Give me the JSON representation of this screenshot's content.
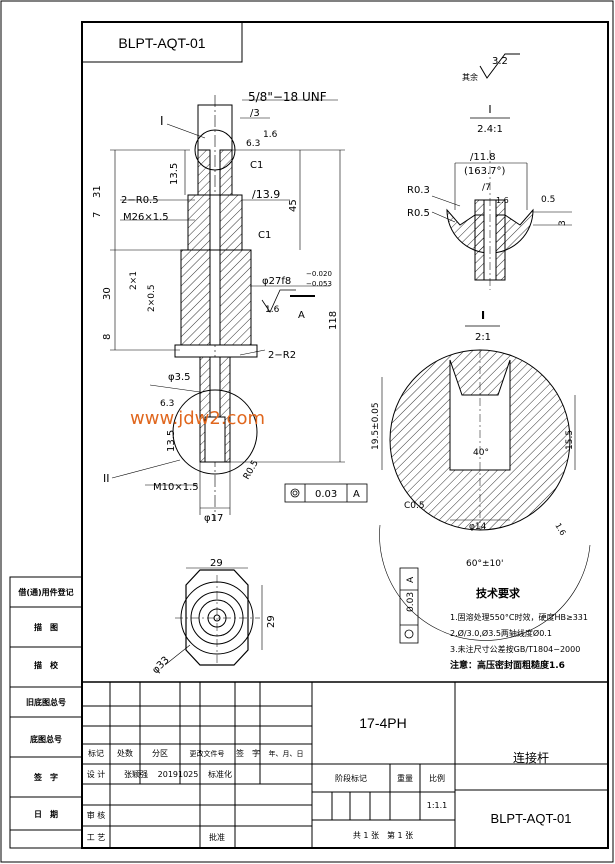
{
  "drawing_number": "BLPT-AQT-01",
  "surface_finish": {
    "general": "3.2",
    "general_note": "其余",
    "values": [
      "1.6",
      "6.3",
      "1.6",
      "1.6",
      "6.3",
      "1.6"
    ]
  },
  "main_view": {
    "thread_label": "5/8\"−18 UNF",
    "detail_marker_1": "I",
    "detail_marker_2": "II",
    "dims": {
      "d3": "/3",
      "d13_5_top": "13.5",
      "d31": "31",
      "d7": "7",
      "c1_top": "C1",
      "r05_label": "2−R0.5",
      "m26": "M26×1.5",
      "d13_9": "/13.9",
      "d45": "45",
      "c1_mid": "C1",
      "d30": "30",
      "d2x1": "2×1",
      "d2x05": "2×0.5",
      "phi27": "φ27f8",
      "phi27_up": "−0.020",
      "phi27_dn": "−0.053",
      "datum_a": "A",
      "d118": "118",
      "d8": "8",
      "r2": "2−R2",
      "phi3_5": "φ3.5",
      "d13_5_bot": "13.5",
      "m10": "M10×1.5",
      "r05_bot": "R0.5",
      "phi17": "φ17"
    },
    "tolerance_frame": {
      "value": "0.03",
      "datum": "A"
    }
  },
  "detail_1": {
    "title": "I",
    "scale": "2.4:1",
    "d11_8": "/11.8",
    "d163": "(163.7°)",
    "r03": "R0.3",
    "r05": "R0.5",
    "d7": "/7",
    "d05": "0.5",
    "d3": "3"
  },
  "detail_2": {
    "title": "I",
    "scale": "2:1",
    "d19_5": "19.5±0.05",
    "d15_5": "15.5",
    "angle40": "40°",
    "c05": "C0.5",
    "phi14": "φ14",
    "angle60": "60°±10'",
    "tol_value": "0.03",
    "tol_datum": "A"
  },
  "bottom_view": {
    "d29_w": "29",
    "d29_h": "29",
    "phi33": "φ33"
  },
  "tech_requirements": {
    "title": "技术要求",
    "items": [
      "1.固溶处理550°C时效，硬度HB≥331",
      "2.Ø/3.0,Ø3.5两轴线度Ø0.1",
      "3.未注尺寸公差按GB/T1804−2000"
    ],
    "process": "注意：高压密封面粗糙度1.6"
  },
  "watermark": "www.jdw2.com",
  "left_stamp_labels": [
    "借(通)用件登记",
    "描　图",
    "描　校",
    "旧底图总号",
    "底图总号",
    "签　字",
    "日　期"
  ],
  "title_block": {
    "material": "17-4PH",
    "part_name": "连接杆",
    "drawing_no": "BLPT-AQT-01",
    "header_row": [
      "标记",
      "处数",
      "分区",
      "更改文件号",
      "签　字",
      "年、月、日"
    ],
    "design_row": {
      "label": "设 计",
      "name": "张颖强",
      "date": "20191025",
      "std": "标准化"
    },
    "review_label": "审 核",
    "process_label": "工 艺",
    "approve_label": "批准",
    "stage_label": "阶段标记",
    "weight_label": "重量",
    "scale_label": "比例",
    "scale_value": "1:1.1",
    "sheet_info": "共 1 张　第 1 张"
  }
}
